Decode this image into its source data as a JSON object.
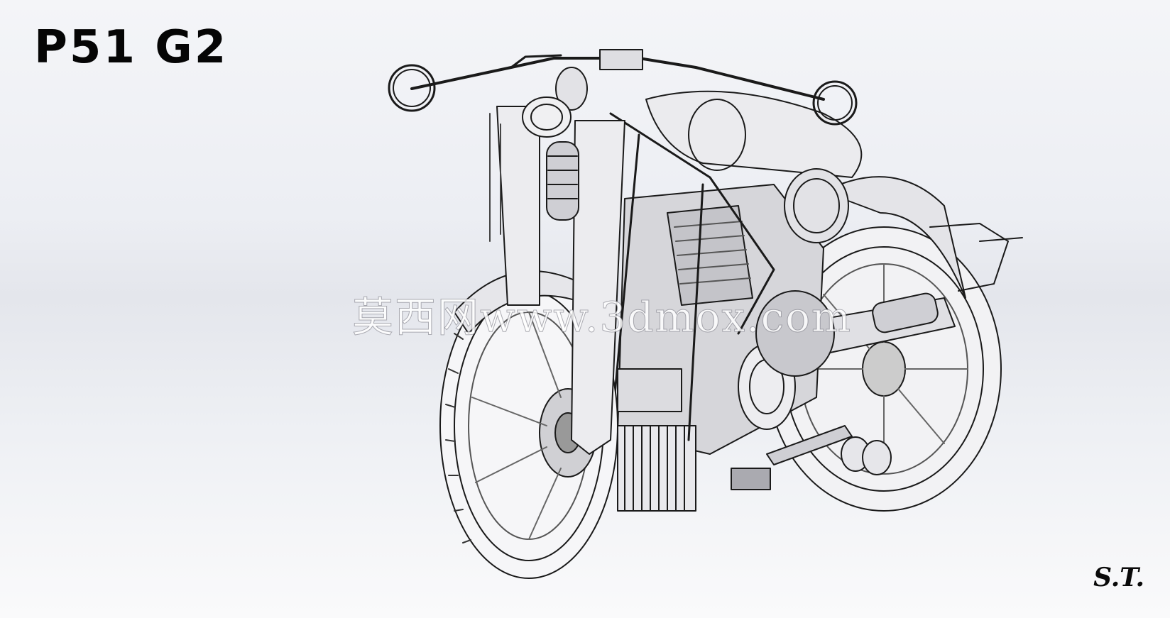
{
  "title": "P51 G2",
  "signature": "S.T.",
  "watermark": "莫西网www.3dmox.com",
  "illustration": {
    "icon": "motorcycle-line-drawing-icon",
    "line_color": "#1a1a1a",
    "fill_color": "#d8d8dc"
  }
}
